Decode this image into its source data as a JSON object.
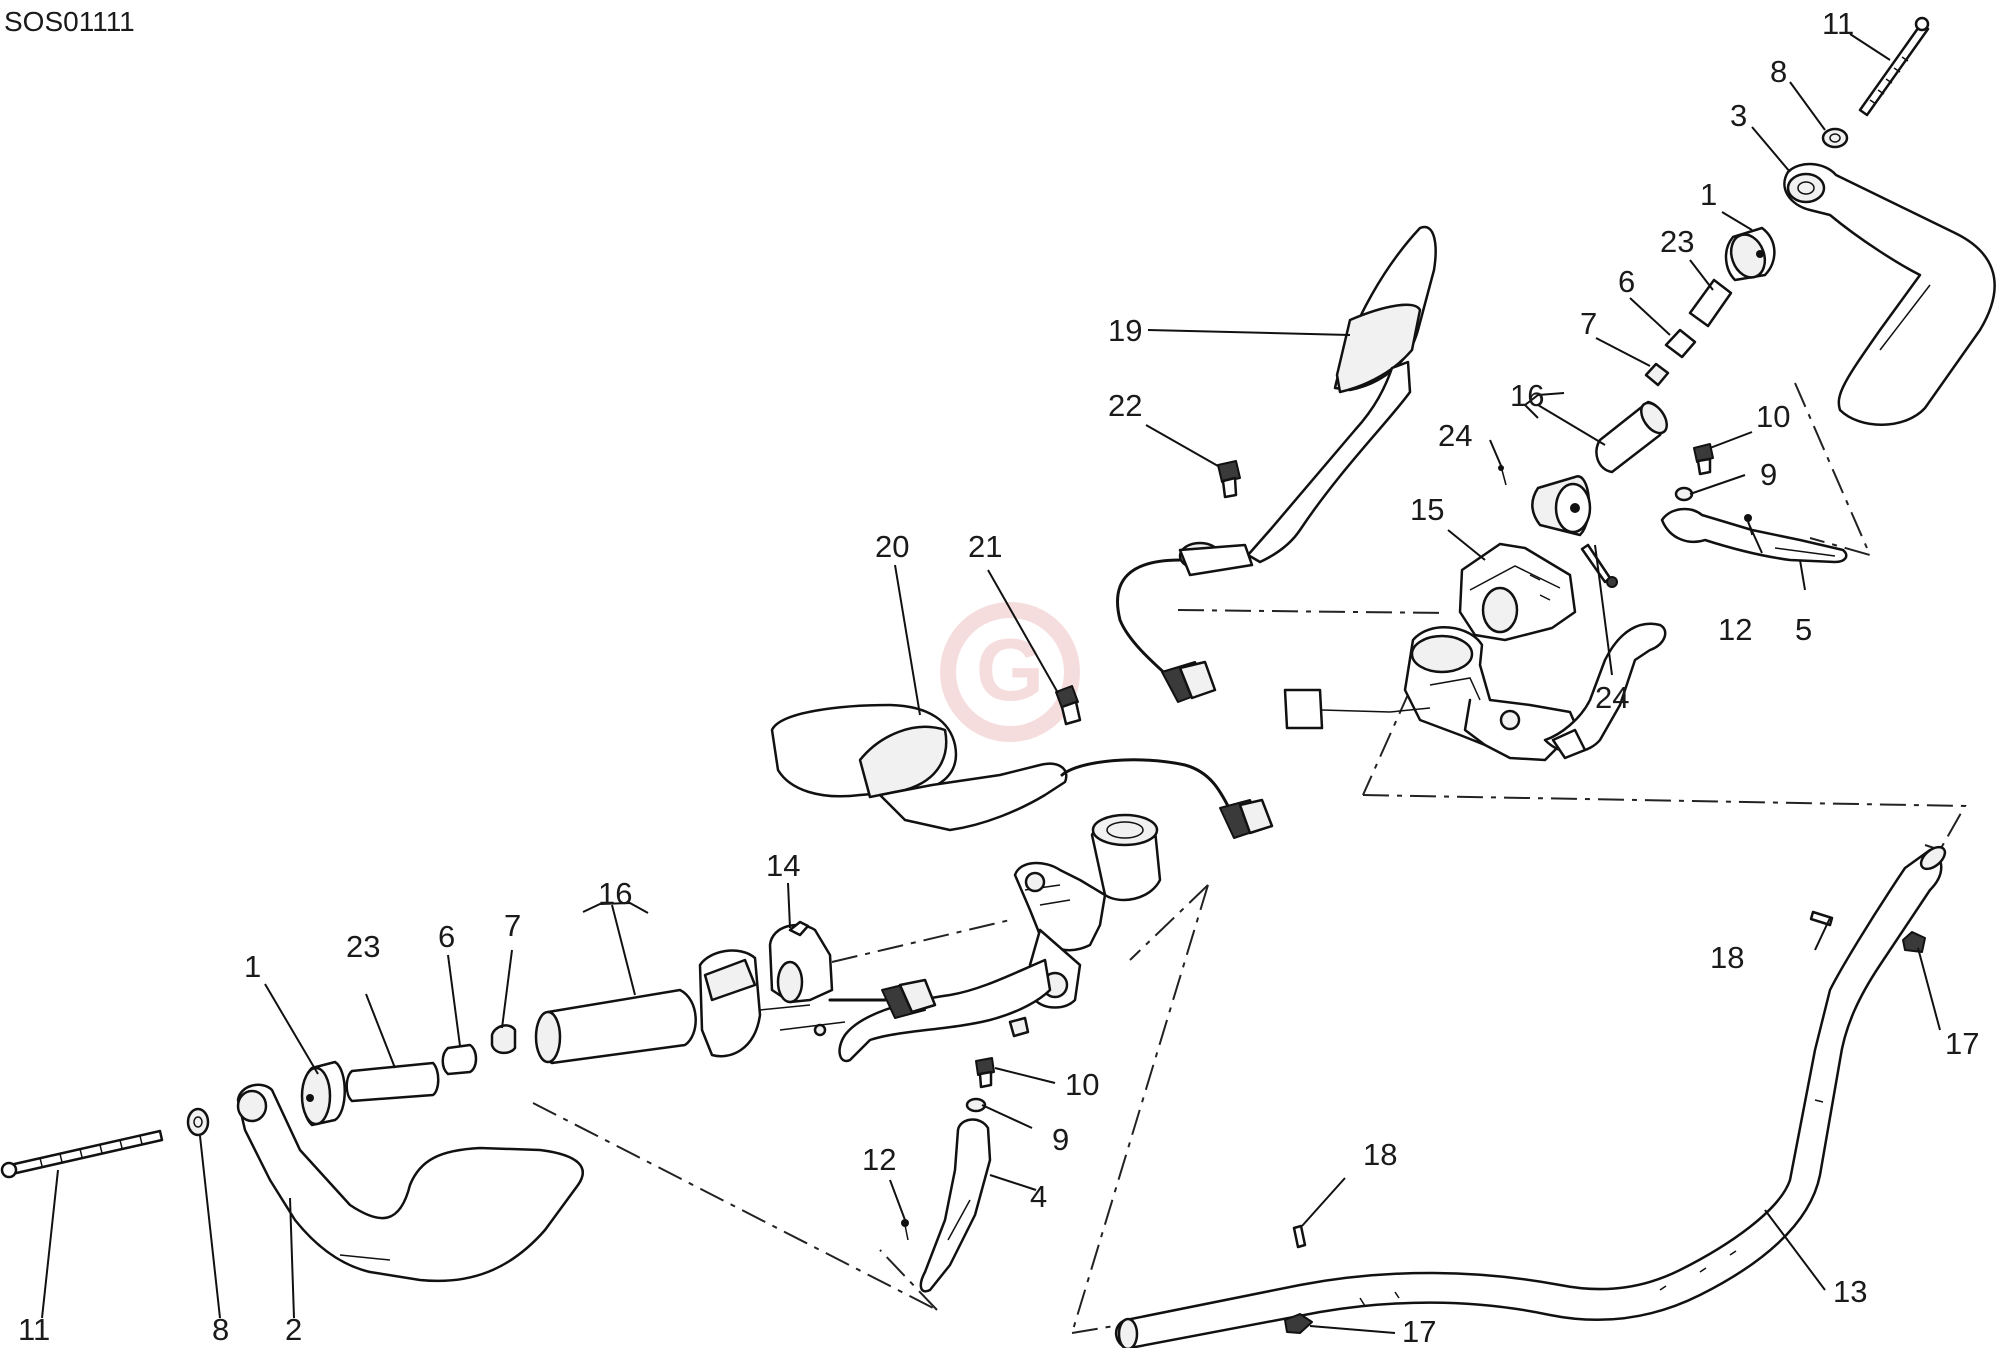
{
  "diagram": {
    "code": "SOS01111",
    "watermark_letter": "G",
    "callouts": [
      {
        "id": "c11-top",
        "text": "11"
      },
      {
        "id": "c8-top",
        "text": "8"
      },
      {
        "id": "c3",
        "text": "3"
      },
      {
        "id": "c1-top",
        "text": "1"
      },
      {
        "id": "c23-top",
        "text": "23"
      },
      {
        "id": "c6-top",
        "text": "6"
      },
      {
        "id": "c7-top",
        "text": "7"
      },
      {
        "id": "c16-top",
        "text": "16"
      },
      {
        "id": "c24-a",
        "text": "24"
      },
      {
        "id": "c10-top",
        "text": "10"
      },
      {
        "id": "c9-top",
        "text": "9"
      },
      {
        "id": "c15",
        "text": "15"
      },
      {
        "id": "c12-top",
        "text": "12"
      },
      {
        "id": "c5",
        "text": "5"
      },
      {
        "id": "c24-b",
        "text": "24"
      },
      {
        "id": "c19",
        "text": "19"
      },
      {
        "id": "c22",
        "text": "22"
      },
      {
        "id": "c20",
        "text": "20"
      },
      {
        "id": "c21",
        "text": "21"
      },
      {
        "id": "c14",
        "text": "14"
      },
      {
        "id": "c16-bot",
        "text": "16"
      },
      {
        "id": "c1-bot",
        "text": "1"
      },
      {
        "id": "c23-bot",
        "text": "23"
      },
      {
        "id": "c6-bot",
        "text": "6"
      },
      {
        "id": "c7-bot",
        "text": "7"
      },
      {
        "id": "c10-bot",
        "text": "10"
      },
      {
        "id": "c9-bot",
        "text": "9"
      },
      {
        "id": "c12-bot",
        "text": "12"
      },
      {
        "id": "c4",
        "text": "4"
      },
      {
        "id": "c18-top",
        "text": "18"
      },
      {
        "id": "c17-top",
        "text": "17"
      },
      {
        "id": "c18-bot",
        "text": "18"
      },
      {
        "id": "c13",
        "text": "13"
      },
      {
        "id": "c17-bot",
        "text": "17"
      },
      {
        "id": "c11-bot",
        "text": "11"
      },
      {
        "id": "c8-bot",
        "text": "8"
      },
      {
        "id": "c2",
        "text": "2"
      }
    ]
  }
}
